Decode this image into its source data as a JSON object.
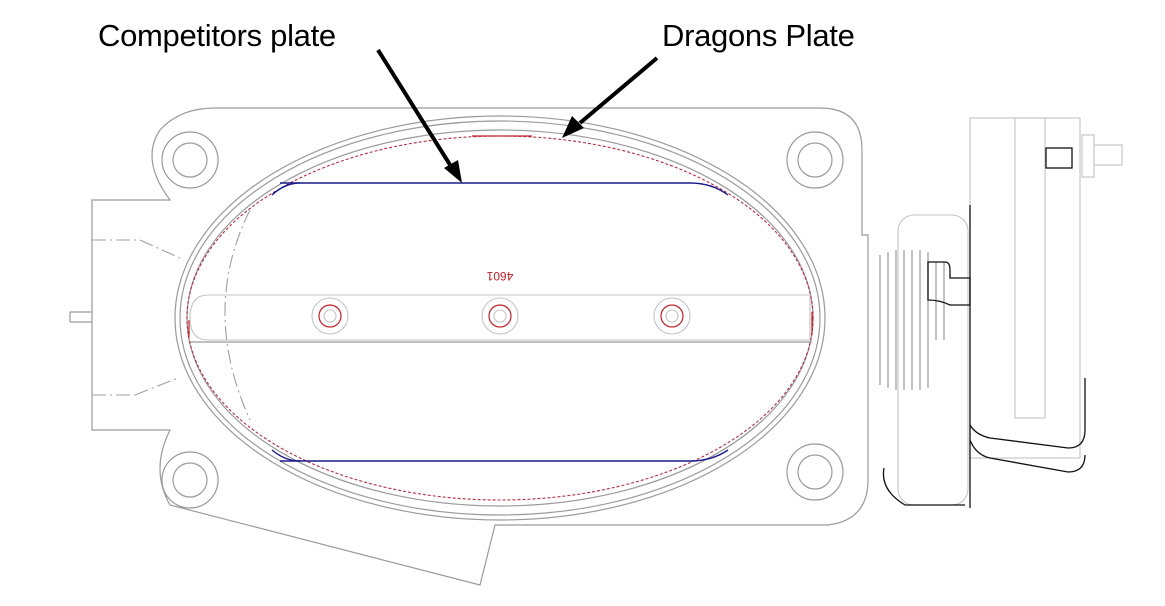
{
  "annotations": {
    "competitors_label": "Competitors plate",
    "dragons_label": "Dragons Plate",
    "part_number": "4601"
  },
  "colors": {
    "outline": "#9a9a9a",
    "competitor_plate": "#1a1a8a",
    "dragons_plate": "#c0202a",
    "arrow": "#000000"
  }
}
